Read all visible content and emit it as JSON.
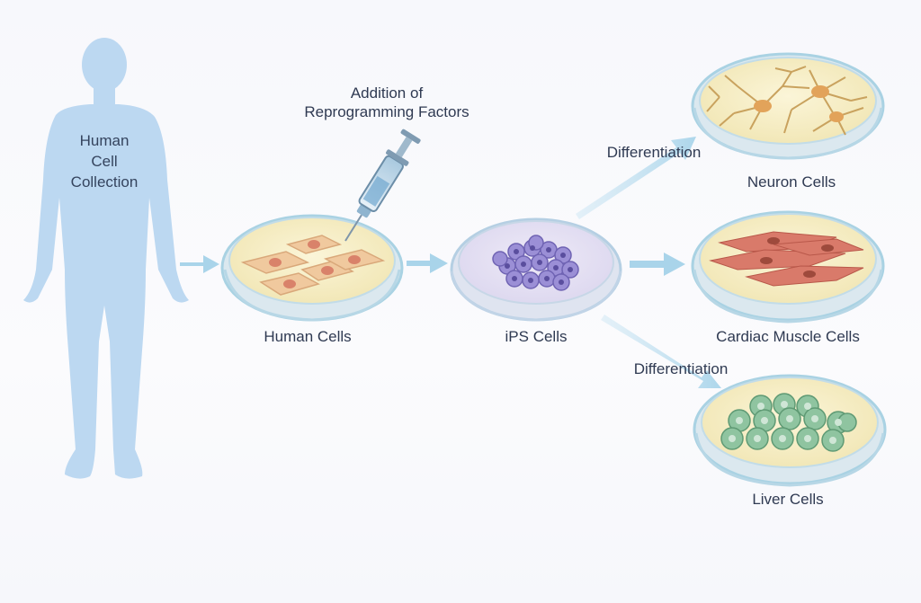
{
  "labels": {
    "human_collection": [
      "Human",
      "Cell",
      "Collection"
    ],
    "reprogramming": [
      "Addition of",
      "Reprogramming Factors"
    ],
    "human_cells": "Human Cells",
    "ips_cells": "iPS Cells",
    "differentiation_top": "Differentiation",
    "differentiation_bottom": "Differentiation",
    "neuron_cells": "Neuron Cells",
    "cardiac_cells": "Cardiac Muscle Cells",
    "liver_cells": "Liver Cells"
  },
  "colors": {
    "silhouette": "#bcd8f1",
    "arrow": "#a9d4ea",
    "dish_rim": "#a9d2e3",
    "medium": "#f6efc9",
    "ips_cell": "#9b8fd6",
    "neuron": "#d8b56a",
    "cardiac": "#d97a6a",
    "liver": "#8fc4a0",
    "text": "#2f3a52"
  },
  "icons": [
    "human-silhouette-icon",
    "syringe-icon",
    "arrow-icon"
  ]
}
